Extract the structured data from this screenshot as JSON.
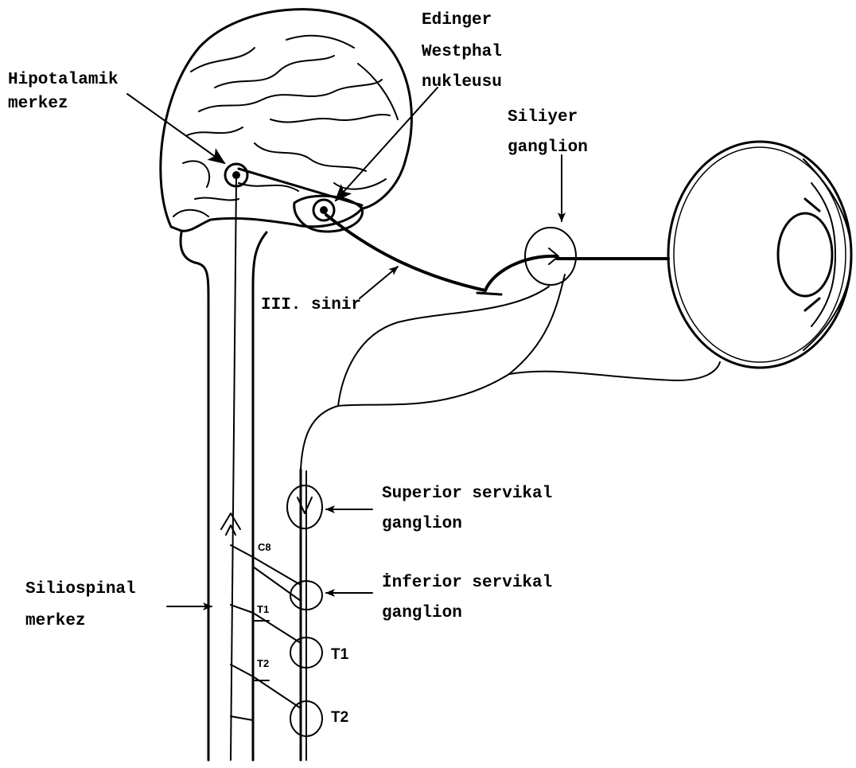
{
  "labels": {
    "hypothalamic_line1": "Hipotalamik",
    "hypothalamic_line2": "merkez",
    "edinger_line1": "Edinger",
    "edinger_line2": "Westphal",
    "edinger_line3": "nukleusu",
    "ciliary_line1": "Siliyer",
    "ciliary_line2": "ganglion",
    "third_nerve": "III. sinir",
    "superior_line1": "Superior servikal",
    "superior_line2": "ganglion",
    "inferior_line1": "İnferior servikal",
    "inferior_line2": "ganglion",
    "ciliospinal_line1": "Siliospinal",
    "ciliospinal_line2": "merkez"
  },
  "segments": {
    "c8": "C8",
    "t1_inner": "T1",
    "t2_inner": "T2",
    "t1_outer": "T1",
    "t2_outer": "T2"
  }
}
